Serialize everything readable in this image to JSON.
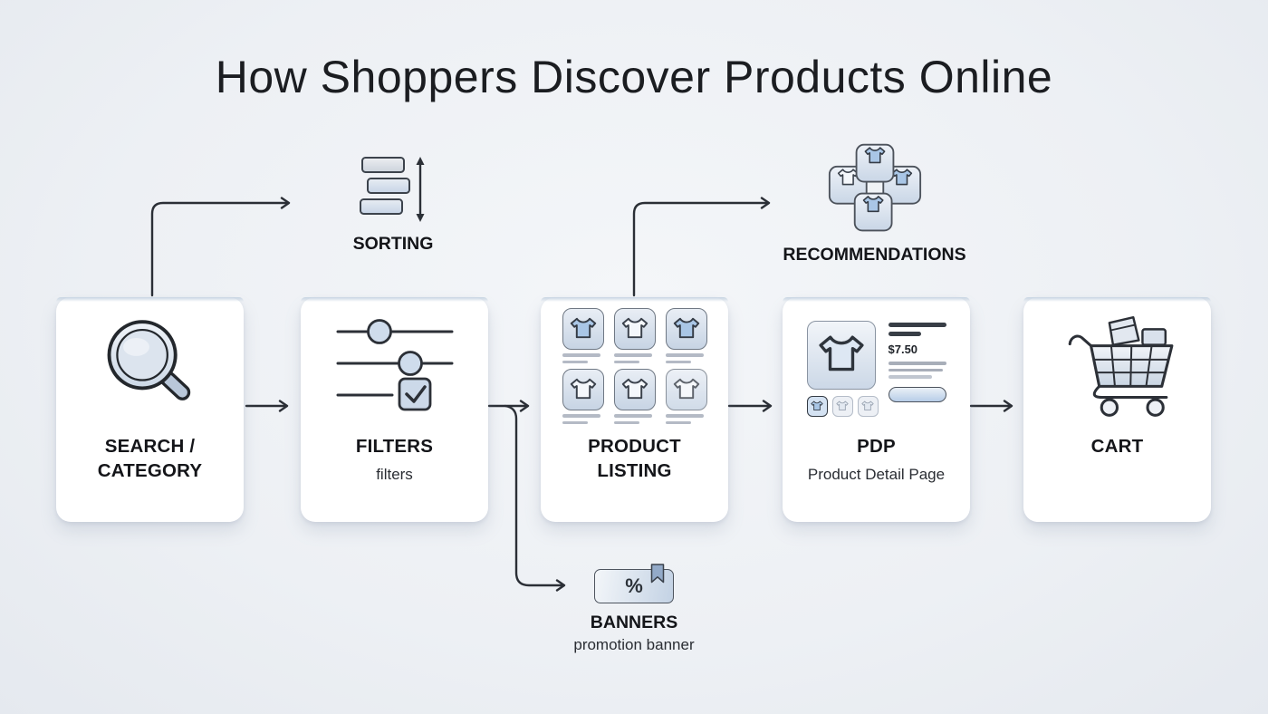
{
  "title": "How Shoppers Discover Products Online",
  "colors": {
    "background": "#edf0f4",
    "card_background": "#ffffff",
    "outline": "#2b2f36",
    "accent_blue": "#a9c6e6",
    "text_primary": "#16181c",
    "text_secondary": "#2a2d33"
  },
  "icons": {
    "search": "magnifier-icon",
    "sorting": "sort-stack-icon",
    "filters": "sliders-icon",
    "product_listing": "product-grid-icon",
    "recommendations": "product-cluster-icon",
    "banners": "promo-banner-icon",
    "pdp": "product-detail-icon",
    "cart": "shopping-cart-icon"
  },
  "nodes": {
    "search": {
      "label": "SEARCH / CATEGORY"
    },
    "sorting": {
      "label": "SORTING"
    },
    "filters": {
      "label": "FILTERS",
      "sublabel": "filters"
    },
    "product_listing": {
      "label": "PRODUCT LISTING"
    },
    "recommendations": {
      "label": "RECOMMENDATIONS"
    },
    "banners": {
      "label": "BANNERS",
      "sublabel": "promotion banner",
      "glyph": "%"
    },
    "pdp": {
      "label": "PDP",
      "sublabel": "Product Detail Page",
      "price": "$7.50"
    },
    "cart": {
      "label": "CART"
    }
  }
}
